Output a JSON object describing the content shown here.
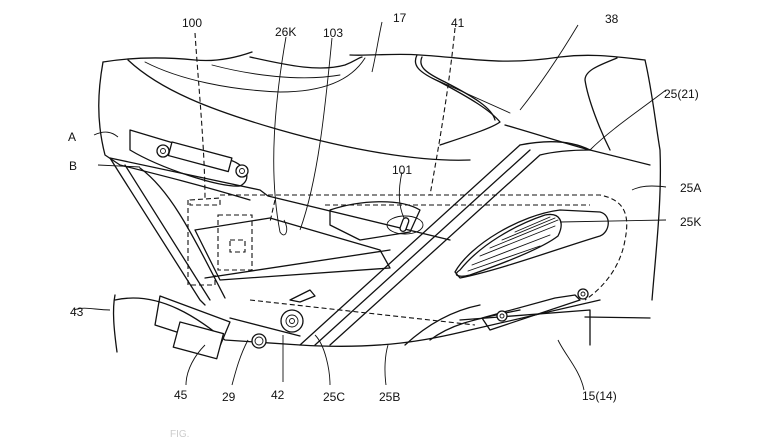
{
  "figure": {
    "type": "patent-line-drawing",
    "subject": "vehicle side body cover assembly",
    "caption": "FIG."
  },
  "labels": {
    "l100": "100",
    "l26K": "26K",
    "l103": "103",
    "l17": "17",
    "l41": "41",
    "l38": "38",
    "l25_21": "25(21)",
    "lA": "A",
    "lB": "B",
    "l101": "101",
    "l25A": "25A",
    "l25K": "25K",
    "l43": "43",
    "l45": "45",
    "l29": "29",
    "l42": "42",
    "l25C": "25C",
    "l25B": "25B",
    "l15_14": "15(14)"
  }
}
